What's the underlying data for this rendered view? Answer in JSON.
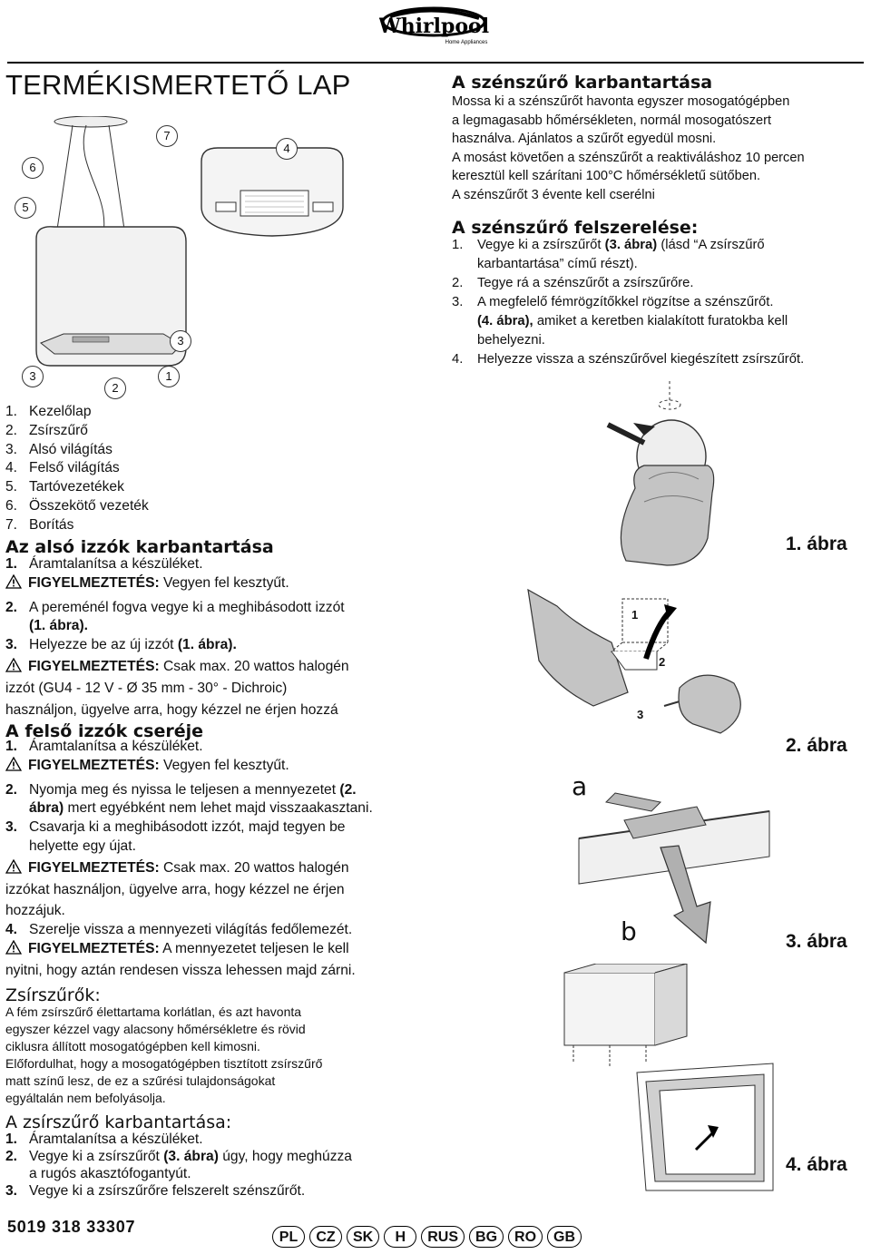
{
  "brand": {
    "name": "Whirlpool",
    "tagline": "Home Appliances"
  },
  "page_title": "TERMÉKISMERTETŐ LAP",
  "product_callouts": [
    "6",
    "5",
    "7",
    "4",
    "3",
    "2",
    "1",
    "3"
  ],
  "parts": [
    {
      "n": "1.",
      "label": "Kezelőlap"
    },
    {
      "n": "2.",
      "label": "Zsírszűrő"
    },
    {
      "n": "3.",
      "label": "Alsó világítás"
    },
    {
      "n": "4.",
      "label": "Felső világítás"
    },
    {
      "n": "5.",
      "label": "Tartóvezetékek"
    },
    {
      "n": "6.",
      "label": "Összekötő vezeték"
    },
    {
      "n": "7.",
      "label": "Borítás"
    }
  ],
  "lower_bulbs": {
    "heading": "Az alsó izzók karbantartása",
    "step1_n": "1.",
    "step1": "Áramtalanítsa a készüléket.",
    "warn1_label": "FIGYELMEZTETÉS:",
    "warn1": "Vegyen fel kesztyűt.",
    "step2_n": "2.",
    "step2_a": "A pereménél fogva vegye ki a meghibásodott izzót",
    "step2_b": "(1. ábra).",
    "step3_n": "3.",
    "step3_a": "Helyezze be az új izzót",
    "step3_b": "(1. ábra).",
    "warn2_label": "FIGYELMEZTETÉS:",
    "warn2_a": "Csak max. 20 wattos halogén",
    "warn2_b": "izzót (GU4 - 12 V - Ø 35 mm - 30° - Dichroic)",
    "warn2_c": "használjon, ügyelve arra, hogy kézzel ne érjen hozzá"
  },
  "upper_bulbs": {
    "heading": "A felső izzók cseréje",
    "step1_n": "1.",
    "step1": "Áramtalanítsa a készüléket.",
    "warn1_label": "FIGYELMEZTETÉS:",
    "warn1": "Vegyen fel kesztyűt.",
    "step2_n": "2.",
    "step2_a": "Nyomja meg és nyissa le teljesen a mennyezetet",
    "step2_ref": "(2.",
    "step2_b": "ábra)",
    "step2_c": "mert egyébként nem lehet majd visszaakasztani.",
    "step3_n": "3.",
    "step3_a": "Csavarja ki a meghibásodott izzót, majd tegyen be",
    "step3_b": "helyette egy újat.",
    "warn2_label": "FIGYELMEZTETÉS:",
    "warn2_a": "Csak max. 20 wattos halogén",
    "warn2_b": "izzókat használjon, ügyelve arra, hogy kézzel ne érjen",
    "warn2_c": "hozzájuk.",
    "step4_n": "4.",
    "step4": "Szerelje vissza a mennyezeti világítás fedőlemezét.",
    "warn3_label": "FIGYELMEZTETÉS:",
    "warn3_a": "A mennyezetet teljesen le kell",
    "warn3_b": "nyitni, hogy aztán rendesen vissza lehessen majd zárni."
  },
  "grease_filters": {
    "heading": "Zsírszűrők:",
    "lines": [
      "A fém zsírszűrő élettartama korlátlan, és azt havonta",
      "egyszer kézzel vagy alacsony hőmérsékletre és rövid",
      "ciklusra állított mosogatógépben kell kimosni.",
      "Előfordulhat, hogy a mosogatógépben tisztított zsírszűrő",
      "matt színű lesz, de ez a szűrési tulajdonságokat",
      "egyáltalán nem befolyásolja."
    ]
  },
  "grease_maintenance": {
    "heading": "A zsírszűrő karbantartása:",
    "step1_n": "1.",
    "step1": "Áramtalanítsa a készüléket.",
    "step2_n": "2.",
    "step2_a": "Vegye ki a zsírszűrőt",
    "step2_ref": "(3. ábra)",
    "step2_b": "úgy, hogy meghúzza",
    "step2_c": "a rugós akasztófogantyút.",
    "step3_n": "3.",
    "step3": "Vegye ki a zsírszűrőre felszerelt szénszűrőt."
  },
  "carbon_maintenance": {
    "heading": "A szénszűrő karbantartása",
    "lines": [
      "Mossa ki a szénszűrőt havonta egyszer mosogatógépben",
      "a legmagasabb hőmérsékleten, normál mosogatószert",
      "használva. Ajánlatos a szűrőt egyedül mosni.",
      "A mosást követően a szénszűrőt a reaktiváláshoz 10 percen",
      "keresztül kell szárítani 100°C hőmérsékletű sütőben.",
      "A szénszűrőt 3 évente kell cserélni"
    ]
  },
  "carbon_install": {
    "heading": "A szénszűrő felszerelése:",
    "step1_n": "1.",
    "step1_a": "Vegye ki a zsírszűrőt",
    "step1_ref": "(3. ábra)",
    "step1_b": "(lásd “A zsírszűrő",
    "step1_c": "karbantartása” című részt).",
    "step2_n": "2.",
    "step2": "Tegye rá a szénszűrőt a zsírszűrőre.",
    "step3_n": "3.",
    "step3_a": "A megfelelő fémrögzítőkkel rögzítse a szénszűrőt.",
    "step3_ref": "(4. ábra),",
    "step3_b": "amiket a keretben kialakított furatokba kell",
    "step3_c": "behelyezni.",
    "step4_n": "4.",
    "step4": "Helyezze vissza a szénszűrővel kiegészített zsírszűrőt."
  },
  "figures": {
    "fig1": "1. ábra",
    "fig2": "2. ábra",
    "fig2_marks": [
      "1",
      "2",
      "3"
    ],
    "fig3": "3. ábra",
    "fig3_marks": [
      "a",
      "b"
    ],
    "fig4": "4. ábra"
  },
  "footer": {
    "code": "5019 318 33307",
    "languages": [
      "PL",
      "CZ",
      "SK",
      "H",
      "RUS",
      "BG",
      "RO",
      "GB"
    ]
  },
  "colors": {
    "text": "#111111",
    "rule": "#000000",
    "line_art": "#333333",
    "shade": "#b9b9b9"
  }
}
